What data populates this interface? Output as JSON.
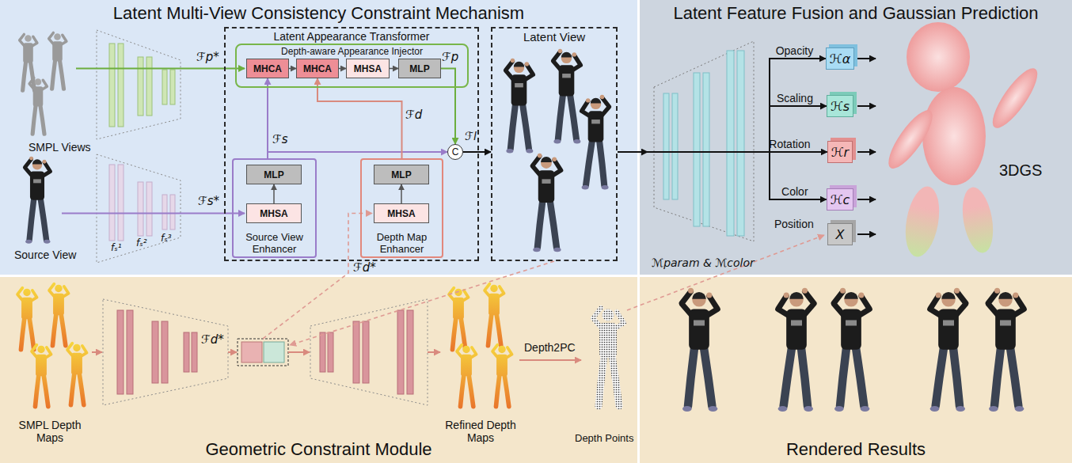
{
  "diagram": {
    "nodes": [
      {
        "text": [
          "Latent Multi-View Consistency Constraint Mechanism"
        ]
      },
      {
        "text": [
          "Latent Appearance Transformer"
        ],
        "in": 0
      },
      {
        "text": [
          "Depth-aware Appearance Injector"
        ],
        "in": 1
      },
      {
        "text": [
          "MHCA"
        ],
        "in": 2
      },
      {
        "text": [
          "MHCA"
        ],
        "in": 2
      },
      {
        "text": [
          "MHSA"
        ],
        "in": 2
      },
      {
        "text": [
          "MLP"
        ],
        "in": 2
      },
      {
        "text": [
          "Source View Enhancer"
        ],
        "in": 1
      },
      {
        "text": [
          "MLP"
        ],
        "in": 7
      },
      {
        "text": [
          "MHSA"
        ],
        "in": 7
      },
      {
        "text": [
          "Depth Map Enhancer"
        ],
        "in": 1
      },
      {
        "text": [
          "MLP"
        ],
        "in": 10
      },
      {
        "text": [
          "MHSA"
        ],
        "in": 10
      },
      {
        "text": [
          "C"
        ],
        "in": 1
      },
      {
        "text": [
          "Latent View"
        ],
        "in": 0
      },
      {
        "text": [
          "Latent Feature Fusion and Gaussian Prediction"
        ]
      },
      {
        "text": [
          "ℳparam & ℳcolor"
        ],
        "in": 15
      },
      {
        "text": [
          "ℋα"
        ],
        "in": 15
      },
      {
        "text": [
          "ℋs"
        ],
        "in": 15
      },
      {
        "text": [
          "ℋr"
        ],
        "in": 15
      },
      {
        "text": [
          "ℋc"
        ],
        "in": 15
      },
      {
        "text": [
          "X"
        ],
        "in": 15
      },
      {
        "text": [
          "Geometric Constraint Module"
        ]
      },
      {
        "text": [
          "Rendered Results"
        ]
      }
    ],
    "edges": [
      {
        "from": 3,
        "to": 4,
        "arrow": "to"
      },
      {
        "from": 4,
        "to": 5,
        "arrow": "to"
      },
      {
        "from": 5,
        "to": 6,
        "arrow": "to"
      },
      {
        "from": 6,
        "to": 13,
        "arrow": "to"
      },
      {
        "from": 9,
        "to": 8,
        "arrow": "to"
      },
      {
        "from": 12,
        "to": 11,
        "arrow": "to"
      },
      {
        "from": 7,
        "to": 3,
        "arrow": "to"
      },
      {
        "from": 7,
        "to": 13,
        "arrow": "to"
      },
      {
        "from": 10,
        "to": 4,
        "arrow": "to"
      },
      {
        "from": 13,
        "to": 14,
        "arrow": "to"
      },
      {
        "from": 14,
        "to": 16,
        "arrow": "to"
      },
      {
        "from": 16,
        "to": 17,
        "label": "Opacity",
        "arrow": "to"
      },
      {
        "from": 16,
        "to": 18,
        "label": "Scaling",
        "arrow": "to"
      },
      {
        "from": 16,
        "to": 19,
        "label": "Rotation",
        "arrow": "to"
      },
      {
        "from": 16,
        "to": 20,
        "label": "Color",
        "arrow": "to"
      }
    ],
    "labels": [
      "SMPL Views",
      "Source View",
      "fₛ¹",
      "fₛ²",
      "fₛ³",
      "ℱp*",
      "ℱs*",
      "ℱs",
      "ℱp",
      "ℱd",
      "ℱd*",
      "ℱl",
      "Position",
      "3DGS",
      "SMPL Depth Maps",
      "ℱd*",
      "Refined Depth Maps",
      "Depth2PC",
      "Depth Points"
    ]
  }
}
